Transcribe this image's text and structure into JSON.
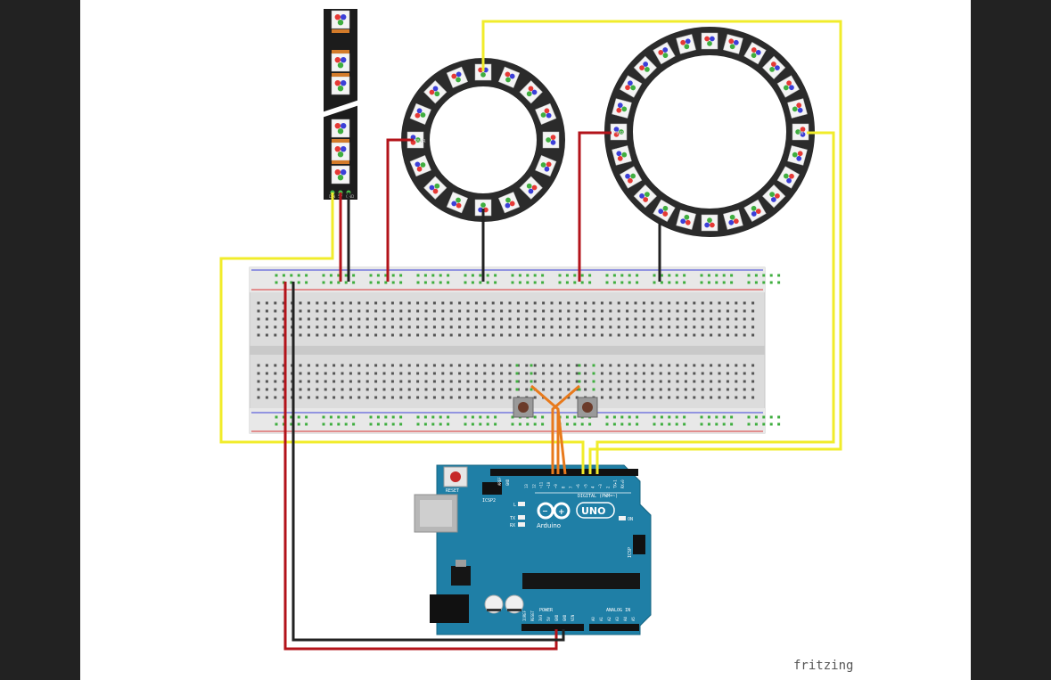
{
  "app": {
    "watermark": "fritzing"
  },
  "led_strip": {
    "pixel_count": 6,
    "pin_labels": [
      "DIN",
      "5V",
      "GND"
    ]
  },
  "ring_small": {
    "pixel_count": 16,
    "pin_label_in": "PWR"
  },
  "ring_large": {
    "pixel_count": 24,
    "pin_label_pwr": "PWR",
    "pin_label_in": "IN"
  },
  "breadboard": {
    "buttons": 2
  },
  "arduino": {
    "reset_label": "RESET",
    "icsp2_label": "ICSP2",
    "icsp_label": "ICSP",
    "l_label": "L",
    "tx_label": "TX",
    "rx_label": "RX",
    "on_label": "ON",
    "brand": "Arduino",
    "model": "UNO",
    "digital_label": "DIGITAL (PWM=~)",
    "power_label": "POWER",
    "analog_label": "ANALOG IN",
    "aref_label": "AREF",
    "gnd_label": "GND",
    "digital_pins": [
      "13",
      "12",
      "~11",
      "~10",
      "~9",
      "8",
      "7",
      "~6",
      "~5",
      "4",
      "~3",
      "2",
      "TX▸1",
      "RX◂0"
    ],
    "power_pins": [
      "IOREF",
      "RESET",
      "3V3",
      "5V",
      "GND",
      "GND",
      "VIN"
    ],
    "analog_pins": [
      "A0",
      "A1",
      "A2",
      "A3",
      "A4",
      "A5"
    ]
  },
  "colors": {
    "board": "#1f7fa6",
    "wire_red": "#b3131a",
    "wire_black": "#222222",
    "wire_yellow": "#f1ec2b",
    "wire_orange": "#e87a1c",
    "led_red": "#e53935",
    "led_green": "#3fae3f",
    "led_blue": "#3b3fd8"
  }
}
